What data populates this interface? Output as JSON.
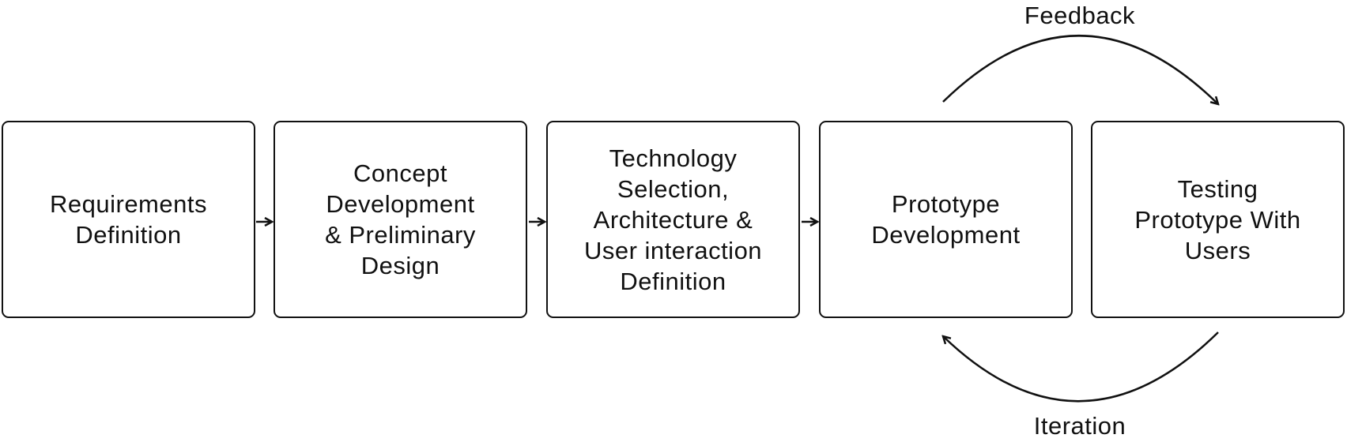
{
  "steps": [
    {
      "label": "Requirements\nDefinition"
    },
    {
      "label": "Concept\nDevelopment\n& Preliminary\nDesign"
    },
    {
      "label": "Technology\nSelection,\nArchitecture &\nUser interaction\nDefinition"
    },
    {
      "label": "Prototype\nDevelopment"
    },
    {
      "label": "Testing\nPrototype With\nUsers"
    }
  ],
  "loop": {
    "top_label": "Feedback",
    "bottom_label": "Iteration"
  }
}
